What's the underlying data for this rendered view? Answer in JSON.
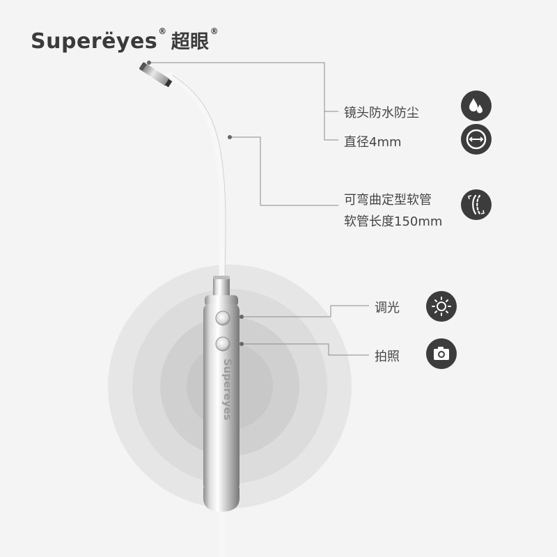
{
  "brand": {
    "name": "Superëyes",
    "cn_name": "超眼",
    "reg_mark": "®"
  },
  "features": {
    "waterproof": "镜头防水防尘",
    "diameter": "直径4mm",
    "flexible": "可弯曲定型软管",
    "length": "软管长度150mm",
    "dimming": "调光",
    "photo": "拍照"
  },
  "icons": {
    "waterproof": "water-drop-icon",
    "diameter": "lens-diameter-icon",
    "flexible": "bendable-tube-icon",
    "dimming": "sun-brightness-icon",
    "photo": "camera-icon"
  },
  "device_text": "Supereyes",
  "colors": {
    "background": "#f4f4f4",
    "icon_bg": "#3c3c3c",
    "line": "#8a8a8a",
    "text": "#444444"
  }
}
